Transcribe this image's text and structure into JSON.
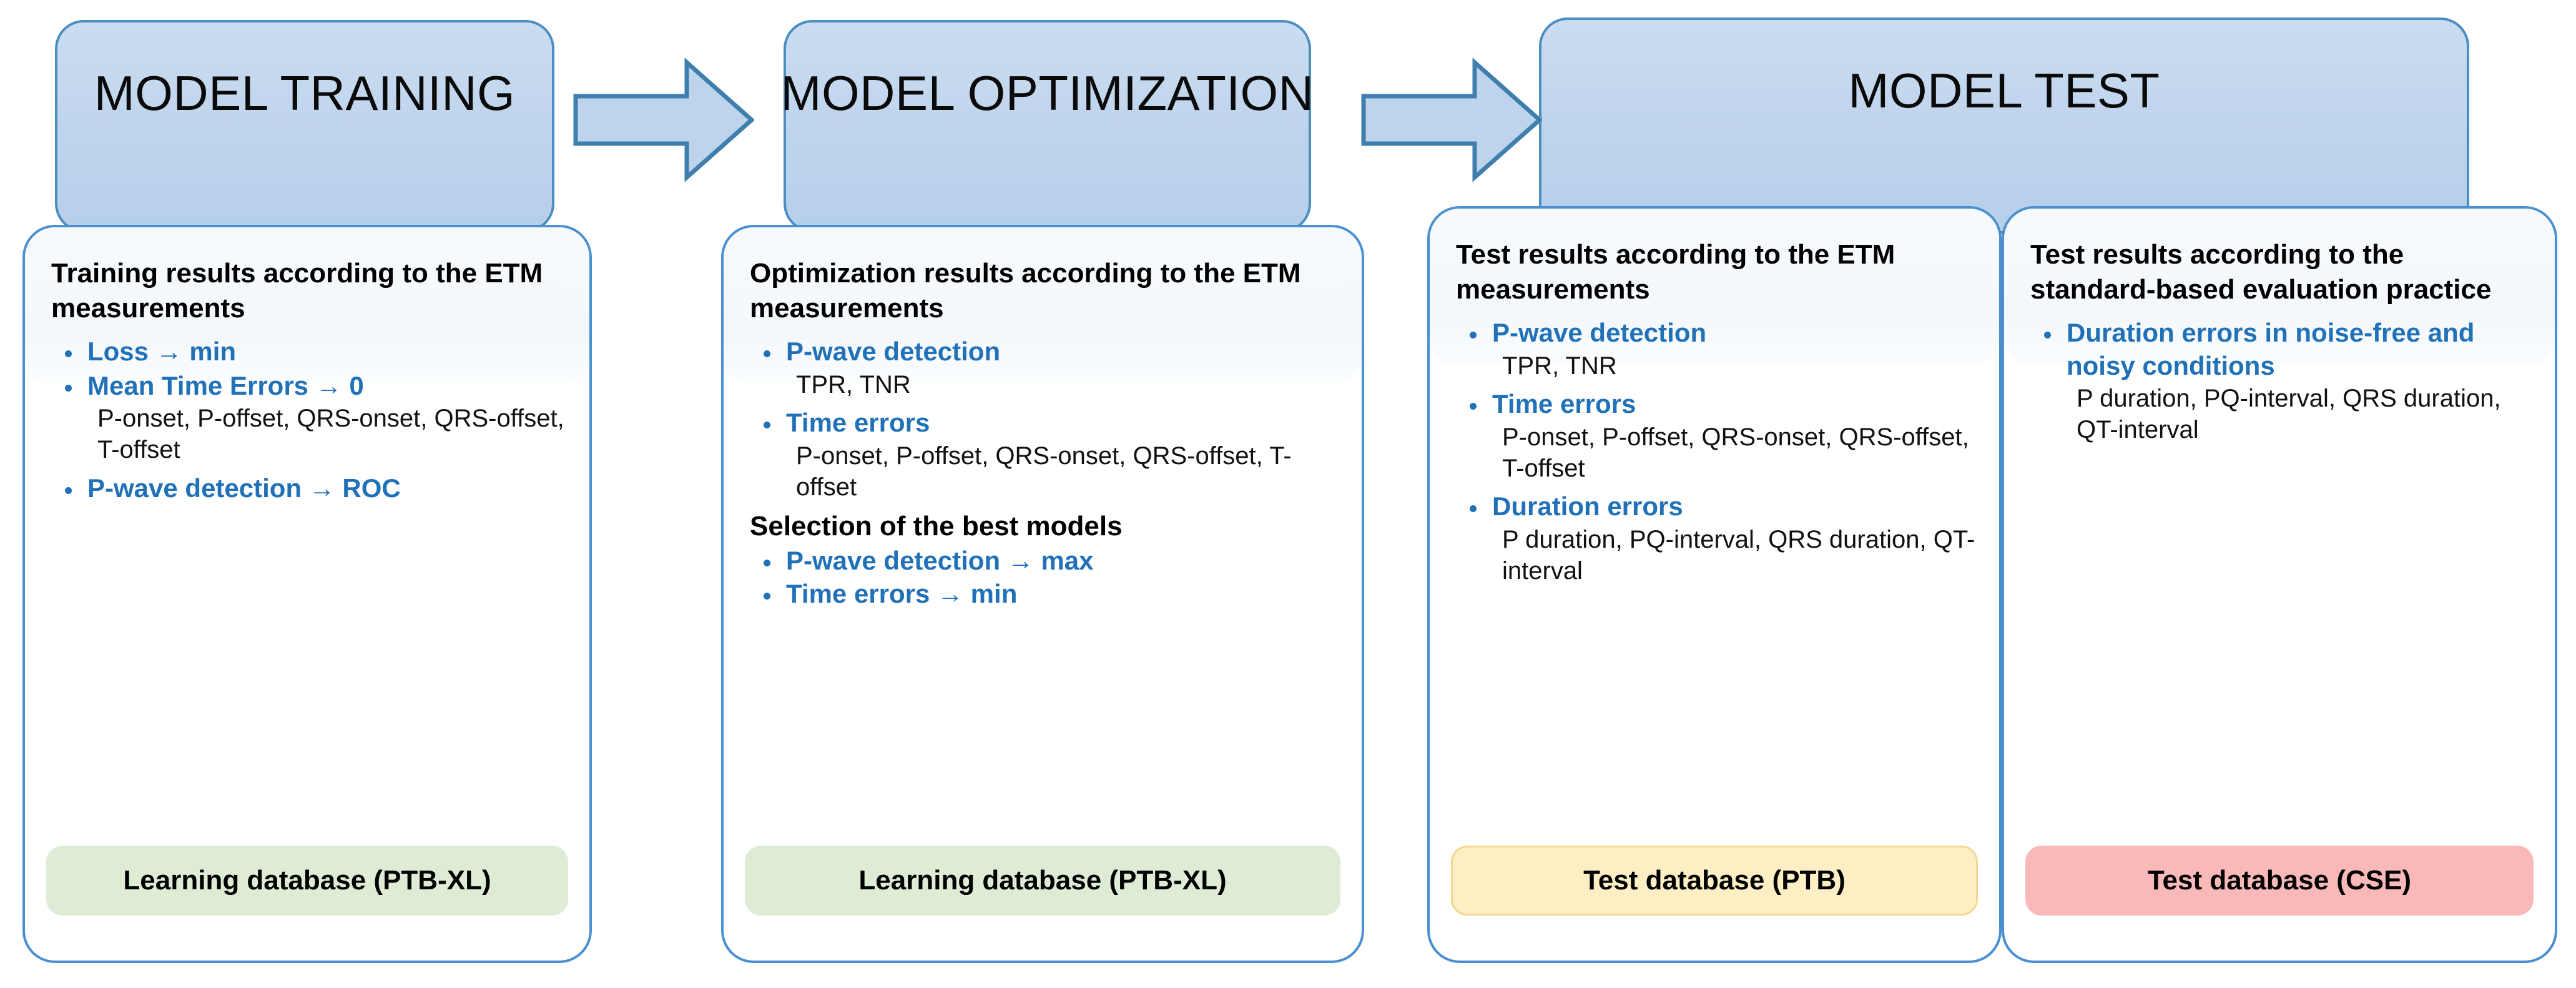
{
  "diagram": {
    "title": "ECG model training / optimization / test pipeline",
    "colors": {
      "header_blue_fill": "#bed4ec",
      "header_blue_border": "#4a8ec2",
      "card_border": "#4a90d0",
      "accent_blue_text": "#2071b8",
      "db_learning_green": "#dfecd5",
      "db_test_yellow": "#fdeec4",
      "db_test_pink": "#f9b9b9",
      "arrow_fill": "#bed4ec",
      "arrow_stroke": "#3f7fae"
    }
  },
  "phases": [
    {
      "id": "training",
      "title": "MODEL TRAINING"
    },
    {
      "id": "optimization",
      "title": "MODEL OPTIMIZATION"
    },
    {
      "id": "test",
      "title": "MODEL TEST"
    }
  ],
  "arrows": [
    {
      "id": "arrow-training-to-optimization",
      "name": "right-arrow-icon"
    },
    {
      "id": "arrow-optimization-to-test",
      "name": "right-arrow-icon"
    }
  ],
  "cards": [
    {
      "id": "training-card",
      "lead": "Training  results according to the ETM measurements",
      "bullets": [
        {
          "title": "Loss → min",
          "sub": ""
        },
        {
          "title": "Mean Time Errors → 0",
          "sub": "P-onset, P-offset, QRS-onset, QRS-offset, T-offset"
        },
        {
          "title": "P-wave detection → ROC",
          "sub": ""
        }
      ],
      "subhead": "",
      "sub_bullets": [],
      "database": {
        "label": "Learning database (PTB-XL)",
        "style": "green"
      }
    },
    {
      "id": "optimization-card",
      "lead": "Optimization results according to the ETM measurements",
      "bullets": [
        {
          "title": "P-wave detection",
          "sub": "TPR, TNR"
        },
        {
          "title": "Time errors",
          "sub": "P-onset, P-offset, QRS-onset, QRS-offset, T-offset"
        }
      ],
      "subhead": "Selection of the best models",
      "sub_bullets": [
        {
          "title": "P-wave detection → max",
          "sub": ""
        },
        {
          "title": "Time errors → min",
          "sub": ""
        }
      ],
      "database": {
        "label": "Learning database (PTB-XL)",
        "style": "green"
      }
    },
    {
      "id": "test-etm-card",
      "lead": "Test results according to the ETM measurements",
      "bullets": [
        {
          "title": "P-wave detection",
          "sub": "TPR, TNR"
        },
        {
          "title": "Time errors",
          "sub": "P-onset, P-offset, QRS-onset, QRS-offset, T-offset"
        },
        {
          "title": "Duration errors",
          "sub": "P duration, PQ-interval, QRS duration, QT-interval"
        }
      ],
      "subhead": "",
      "sub_bullets": [],
      "database": {
        "label": "Test database (PTB)",
        "style": "yellow"
      }
    },
    {
      "id": "test-standard-card",
      "lead": "Test results according to the standard-based evaluation practice",
      "bullets": [
        {
          "title": "Duration errors in noise-free and noisy conditions",
          "sub": "P duration, PQ-interval, QRS duration, QT-interval"
        }
      ],
      "subhead": "",
      "sub_bullets": [],
      "database": {
        "label": "Test database (CSE)",
        "style": "pink"
      }
    }
  ]
}
